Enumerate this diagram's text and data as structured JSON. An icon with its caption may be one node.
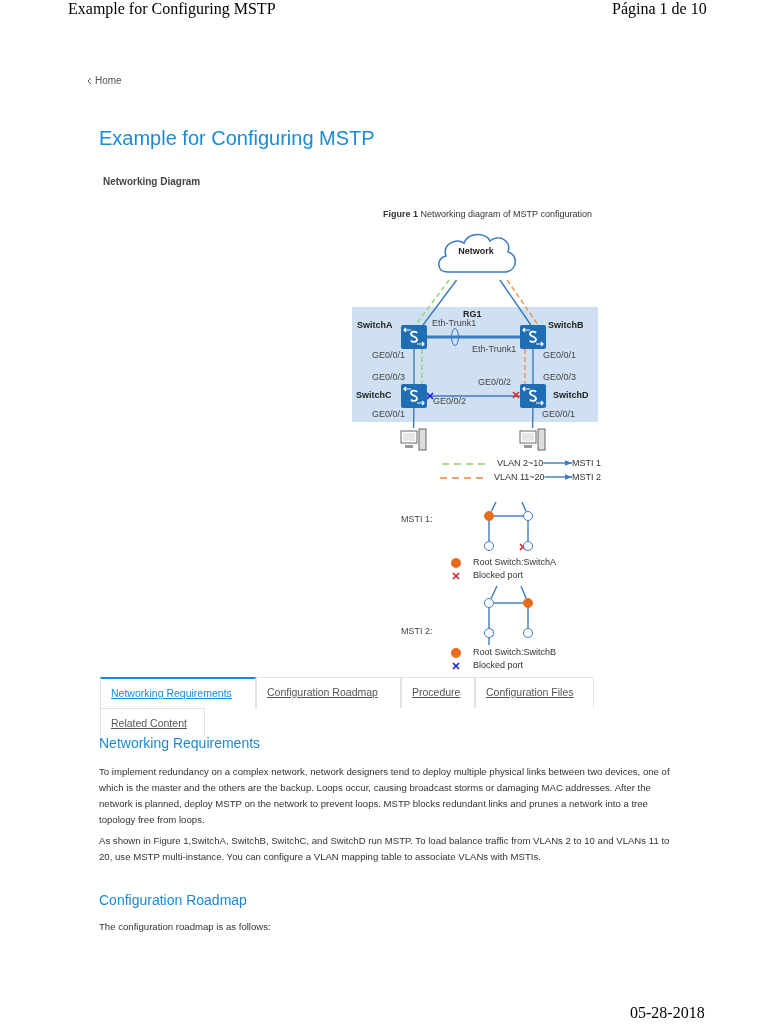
{
  "diagram": {
    "title": "Example for Configuring MSTP",
    "caption": "**Figure 1** Networking diagram of MSTP configuration",
    "nodes": [
      {
        "text": [
          "Network"
        ]
      },
      {
        "text": [],
        "shape": "switch",
        "beside": [
          "SwitchA"
        ]
      },
      {
        "text": [],
        "shape": "switch",
        "beside": [
          "SwitchB"
        ]
      },
      {
        "text": [],
        "shape": "switch",
        "beside": [
          "SwitchC"
        ]
      },
      {
        "text": [],
        "shape": "switch",
        "beside": [
          "SwitchD"
        ]
      },
      {
        "text": [],
        "shape": "computer"
      },
      {
        "text": [],
        "shape": "computer"
      },
      {
        "text": [
          "VLAN 2~10"
        ]
      },
      {
        "text": [
          "MSTI 1"
        ]
      },
      {
        "text": [
          "VLAN 11~20"
        ]
      },
      {
        "text": [
          "MSTI 2"
        ]
      },
      {
        "text": [],
        "shape": "circle"
      },
      {
        "text": [],
        "shape": "circle"
      },
      {
        "text": [],
        "shape": "circle"
      },
      {
        "text": [],
        "shape": "circle"
      },
      {
        "text": [],
        "shape": "circle"
      },
      {
        "text": [],
        "shape": "circle"
      },
      {
        "text": [],
        "shape": "circle"
      },
      {
        "text": [],
        "shape": "circle"
      }
    ],
    "edges": [
      {
        "from": 0,
        "to": 1,
        "arrow": "none"
      },
      {
        "from": 0,
        "to": 2,
        "arrow": "none"
      },
      {
        "from": 1,
        "to": 2,
        "arrow": "none",
        "style": "thick"
      },
      {
        "from": 1,
        "to": 3,
        "arrow": "none"
      },
      {
        "from": 2,
        "to": 4,
        "arrow": "none"
      },
      {
        "from": 3,
        "to": 4,
        "arrow": "none"
      },
      {
        "from": 3,
        "to": 5,
        "arrow": "none"
      },
      {
        "from": 4,
        "to": 6,
        "arrow": "none"
      },
      {
        "from": 0,
        "to": 1,
        "arrow": "none",
        "style": "dashed",
        "color": "#8fd16a"
      },
      {
        "from": 1,
        "to": 3,
        "arrow": "none",
        "style": "dashed",
        "color": "#8fd16a"
      },
      {
        "from": 0,
        "to": 2,
        "arrow": "none",
        "style": "dashed",
        "color": "#f0873c"
      },
      {
        "from": 2,
        "to": 4,
        "arrow": "none",
        "style": "dashed",
        "color": "#f0873c"
      },
      {
        "from": 7,
        "to": 8,
        "arrow": "to"
      },
      {
        "from": 9,
        "to": 10,
        "arrow": "to"
      },
      {
        "from": null,
        "to": 11,
        "arrow": "none"
      },
      {
        "from": null,
        "to": 12,
        "arrow": "none"
      },
      {
        "from": 11,
        "to": 12,
        "arrow": "none"
      },
      {
        "from": 11,
        "to": 13,
        "arrow": "none"
      },
      {
        "from": 12,
        "to": 14,
        "arrow": "none"
      },
      {
        "from": null,
        "to": 15,
        "arrow": "none"
      },
      {
        "from": null,
        "to": 16,
        "arrow": "none"
      },
      {
        "from": 15,
        "to": 16,
        "arrow": "none"
      },
      {
        "from": 15,
        "to": 17,
        "arrow": "none"
      },
      {
        "from": 16,
        "to": 18,
        "arrow": "none"
      },
      {
        "from": 17,
        "to": null,
        "arrow": "none"
      }
    ],
    "labels": [
      "Example for Configuring MSTP",
      "Página 1 de 10",
      "Home",
      "Networking Diagram",
      "RG1",
      "Eth-Trunk1",
      "Eth-Trunk1",
      "GE0/0/1",
      "GE0/0/1",
      "GE0/0/3",
      "GE0/0/3",
      "GE0/0/2",
      "GE0/0/2",
      "GE0/0/1",
      "GE0/0/1",
      "MSTI 1:",
      "MSTI 2:",
      "Networking Requirements",
      "Configuration Roadmap",
      "Procedure",
      "Configuration Files",
      "Related Content",
      "Networking Requirements",
      "To implement redundancy on a complex network, network designers tend to deploy multiple physical links between two devices, one of which is the master and the others are the backup. Loops occur, causing broadcast storms or damaging MAC addresses. After the network is planned, deploy MSTP on the network to prevent loops. MSTP blocks redundant links and prunes a network into a tree topology free from loops.",
      "As shown in Figure 1,SwitchA, SwitchB, SwitchC, and SwitchD run MSTP. To load balance traffic from VLANs 2 to 10 and VLANs 11 to 20, use MSTP multi-instance. You can configure a VLAN mapping table to associate VLANs with MSTIs.",
      "Configuration Roadmap",
      "The configuration roadmap is as follows:",
      "05-28-2018"
    ],
    "legend": [
      {
        "text": "Root Switch:SwitchA",
        "color": "#e46c1c"
      },
      {
        "text": "Blocked port"
      },
      {
        "text": "Root Switch:SwitchB",
        "color": "#e46c1c"
      },
      {
        "text": "Blocked port"
      }
    ]
  }
}
